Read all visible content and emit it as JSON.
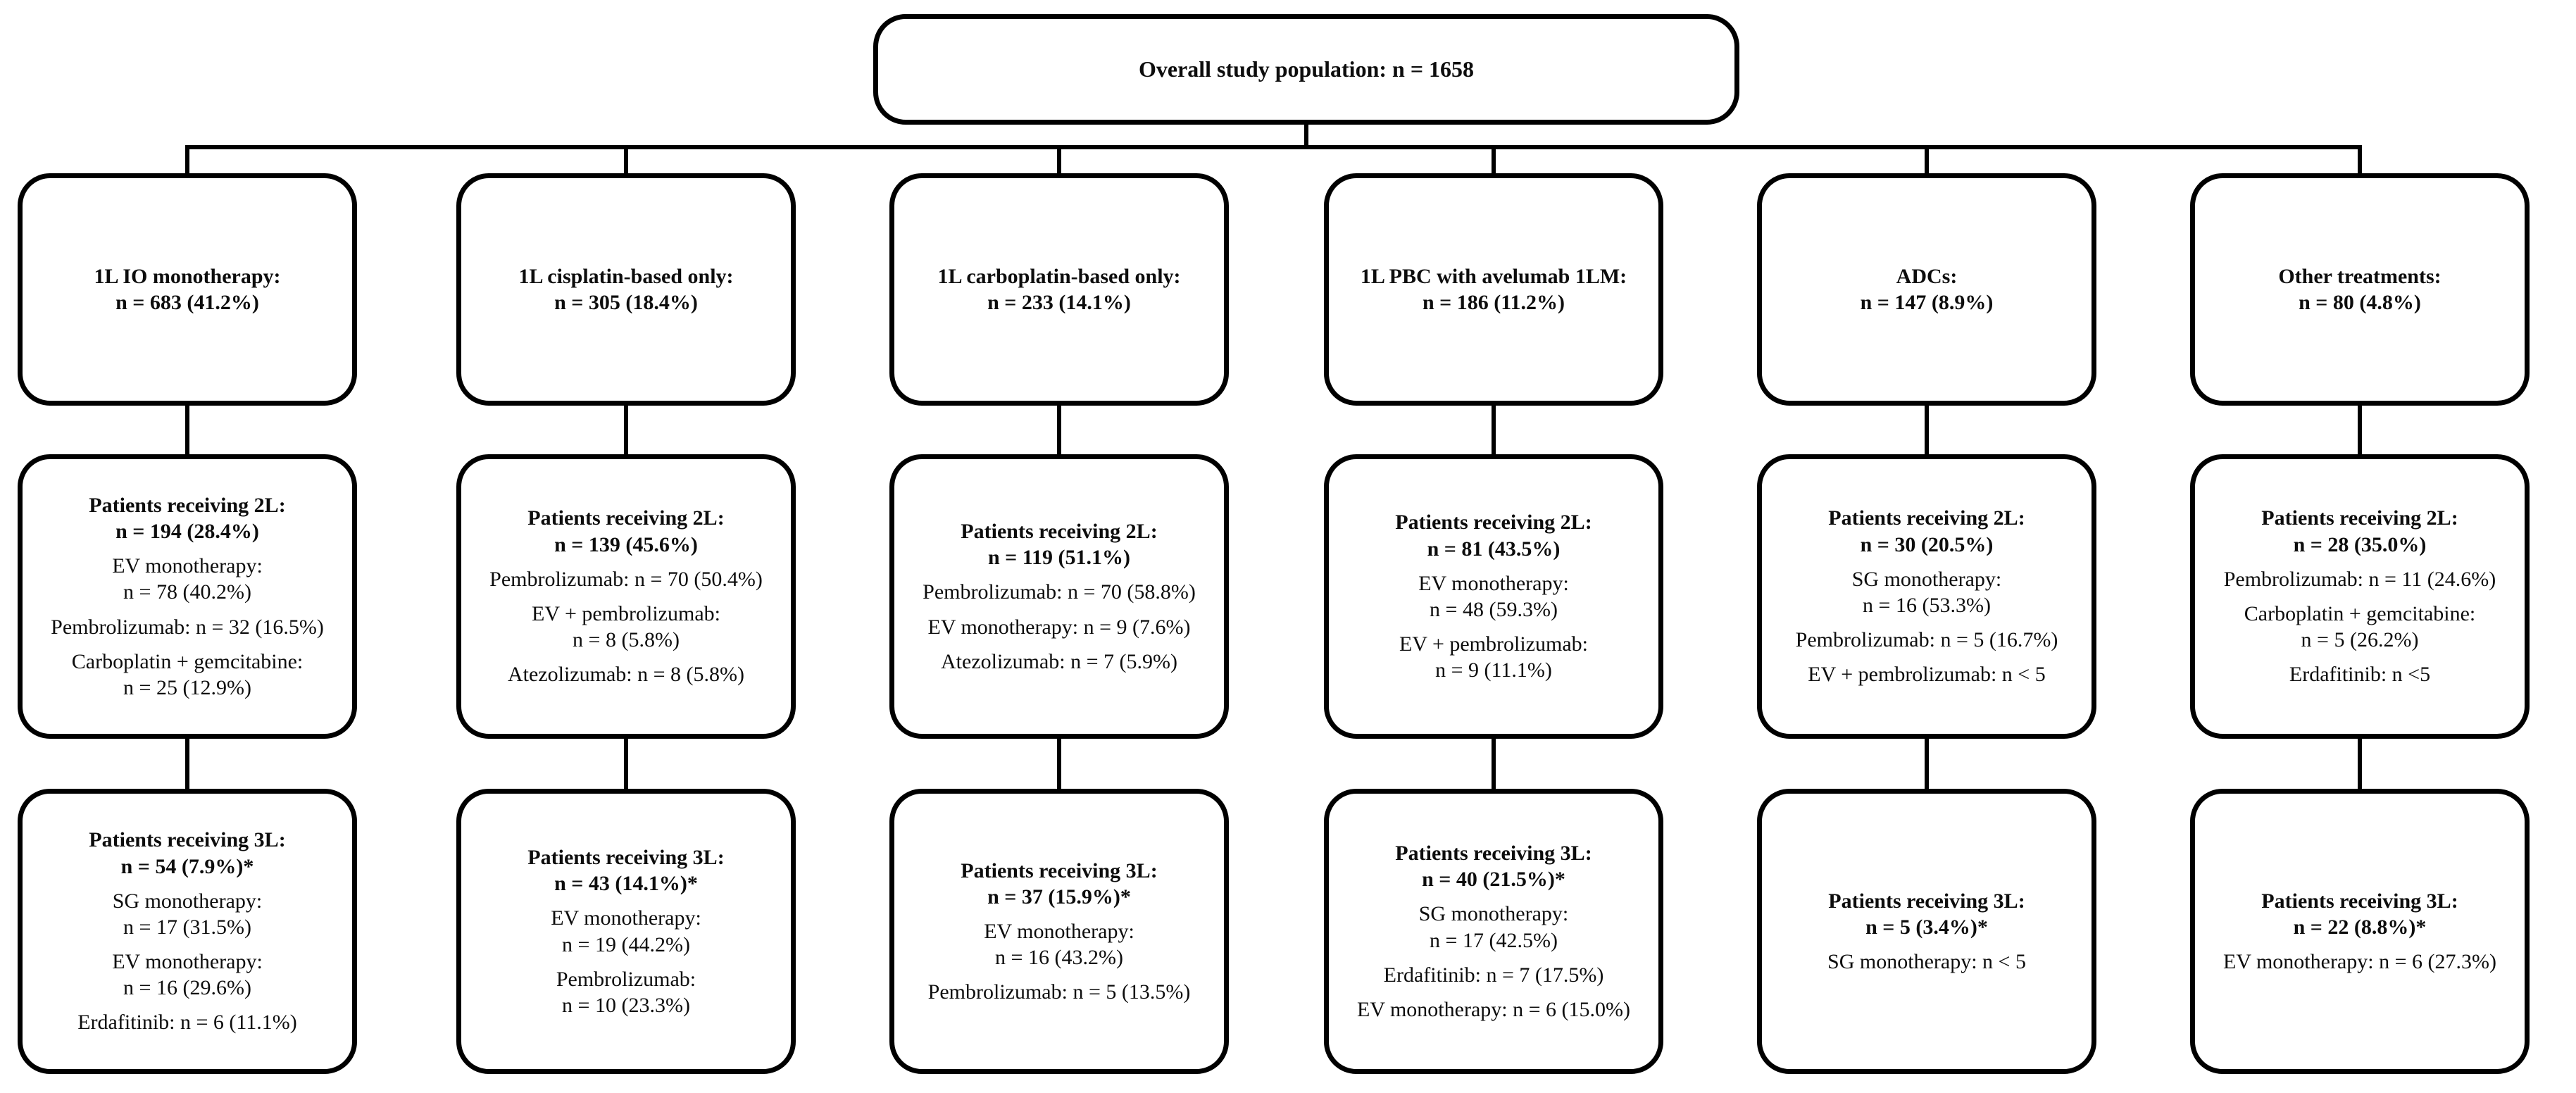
{
  "figure": {
    "root_box": "Overall study population: n = 1658",
    "columns": [
      {
        "first_line": "1L IO monotherapy:\nn = 683 (41.2%)",
        "second_line": {
          "title": "Patients receiving 2L:\nn = 194 (28.4%)",
          "entries": [
            "EV monotherapy:\nn = 78 (40.2%)",
            "Pembrolizumab: n = 32 (16.5%)",
            "Carboplatin + gemcitabine:\nn = 25 (12.9%)"
          ]
        },
        "third_line": {
          "title": "Patients receiving 3L:\nn = 54 (7.9%)*",
          "entries": [
            "SG monotherapy:\nn = 17 (31.5%)",
            "EV monotherapy:\nn = 16 (29.6%)",
            "Erdafitinib: n = 6 (11.1%)"
          ]
        }
      },
      {
        "first_line": "1L cisplatin-based only:\nn = 305 (18.4%)",
        "second_line": {
          "title": "Patients receiving 2L:\nn = 139 (45.6%)",
          "entries": [
            "Pembrolizumab: n = 70 (50.4%)",
            "EV + pembrolizumab:\nn = 8 (5.8%)",
            "Atezolizumab: n = 8 (5.8%)"
          ]
        },
        "third_line": {
          "title": "Patients receiving 3L:\nn = 43 (14.1%)*",
          "entries": [
            "EV monotherapy:\nn = 19 (44.2%)",
            "Pembrolizumab:\nn = 10 (23.3%)"
          ]
        }
      },
      {
        "first_line": "1L carboplatin-based only:\nn = 233 (14.1%)",
        "second_line": {
          "title": "Patients receiving 2L:\nn = 119 (51.1%)",
          "entries": [
            "Pembrolizumab: n = 70 (58.8%)",
            "EV monotherapy: n = 9 (7.6%)",
            "Atezolizumab: n = 7 (5.9%)"
          ]
        },
        "third_line": {
          "title": "Patients receiving 3L:\nn = 37 (15.9%)*",
          "entries": [
            "EV monotherapy:\nn = 16 (43.2%)",
            "Pembrolizumab: n = 5 (13.5%)"
          ]
        }
      },
      {
        "first_line": "1L PBC with avelumab 1LM:\nn = 186 (11.2%)",
        "second_line": {
          "title": "Patients receiving 2L:\nn = 81 (43.5%)",
          "entries": [
            "EV monotherapy:\nn = 48 (59.3%)",
            "EV + pembrolizumab:\nn = 9 (11.1%)"
          ]
        },
        "third_line": {
          "title": "Patients receiving 3L:\nn = 40 (21.5%)*",
          "entries": [
            "SG monotherapy:\nn = 17 (42.5%)",
            "Erdafitinib: n = 7 (17.5%)",
            "EV monotherapy: n = 6 (15.0%)"
          ]
        }
      },
      {
        "first_line": "ADCs:\nn = 147 (8.9%)",
        "second_line": {
          "title": "Patients receiving 2L:\nn = 30 (20.5%)",
          "entries": [
            "SG monotherapy:\nn = 16 (53.3%)",
            "Pembrolizumab: n = 5 (16.7%)",
            "EV + pembrolizumab: n < 5"
          ]
        },
        "third_line": {
          "title": "Patients receiving 3L:\nn = 5 (3.4%)*",
          "entries": [
            "SG monotherapy: n < 5"
          ]
        }
      },
      {
        "first_line": "Other treatments:\nn = 80 (4.8%)",
        "second_line": {
          "title": "Patients receiving 2L:\nn = 28 (35.0%)",
          "entries": [
            "Pembrolizumab: n = 11 (24.6%)",
            "Carboplatin + gemcitabine:\nn = 5 (26.2%)",
            "Erdafitinib: n <5"
          ]
        },
        "third_line": {
          "title": "Patients receiving 3L:\nn = 22 (8.8%)*",
          "entries": [
            "EV monotherapy: n = 6 (27.3%)"
          ]
        }
      }
    ]
  }
}
